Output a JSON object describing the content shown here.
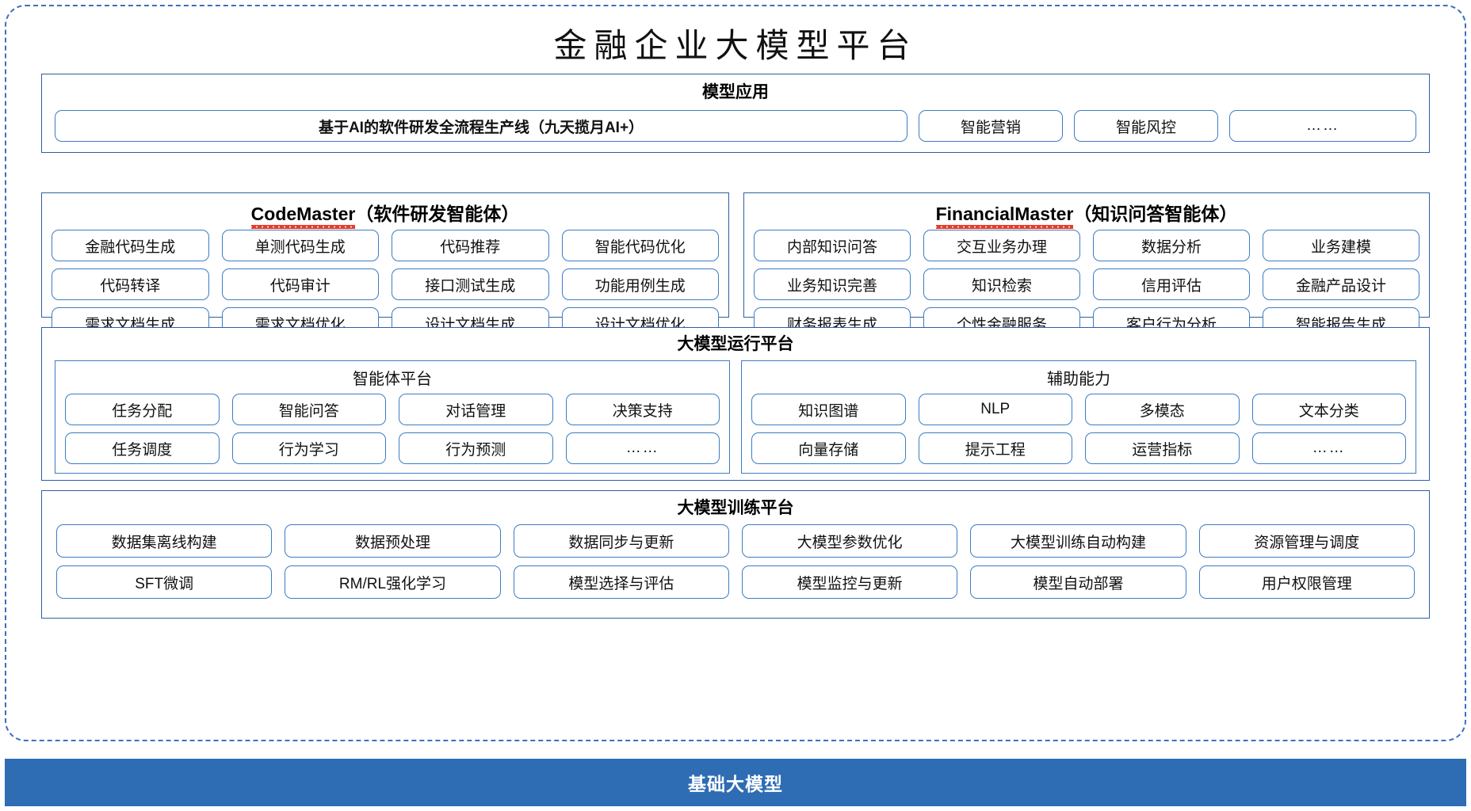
{
  "main_title": "金融企业大模型平台",
  "colors": {
    "frame_dashed": "#3c6fbe",
    "section_border": "#2e5fa3",
    "pill_border": "#3b7cc4",
    "base_bar": "#2e6db4",
    "spellcheck_underline": "#e83b2a"
  },
  "model_application": {
    "title": "模型应用",
    "primary": "基于AI的软件研发全流程生产线（九天揽月AI+）",
    "items": [
      "智能营销",
      "智能风控",
      "……"
    ]
  },
  "code_master": {
    "title_en": "CodeMaster",
    "title_cn": "（软件研发智能体）",
    "rows": [
      [
        "金融代码生成",
        "单测代码生成",
        "代码推荐",
        "智能代码优化"
      ],
      [
        "代码转译",
        "代码审计",
        "接口测试生成",
        "功能用例生成"
      ],
      [
        "需求文档生成",
        "需求文档优化",
        "设计文档生成",
        "设计文档优化"
      ]
    ]
  },
  "financial_master": {
    "title_en": "FinancialMaster",
    "title_cn": "（知识问答智能体）",
    "rows": [
      [
        "内部知识问答",
        "交互业务办理",
        "数据分析",
        "业务建模"
      ],
      [
        "业务知识完善",
        "知识检索",
        "信用评估",
        "金融产品设计"
      ],
      [
        "财务报表生成",
        "个性金融服务",
        "客户行为分析",
        "智能报告生成"
      ]
    ]
  },
  "run_platform": {
    "title": "大模型运行平台",
    "agent_platform": {
      "title": "智能体平台",
      "rows": [
        [
          "任务分配",
          "智能问答",
          "对话管理",
          "决策支持"
        ],
        [
          "任务调度",
          "行为学习",
          "行为预测",
          "……"
        ]
      ]
    },
    "support_capability": {
      "title": "辅助能力",
      "rows": [
        [
          "知识图谱",
          "NLP",
          "多模态",
          "文本分类"
        ],
        [
          "向量存储",
          "提示工程",
          "运营指标",
          "……"
        ]
      ]
    }
  },
  "train_platform": {
    "title": "大模型训练平台",
    "rows": [
      [
        "数据集离线构建",
        "数据预处理",
        "数据同步与更新",
        "大模型参数优化",
        "大模型训练自动构建",
        "资源管理与调度"
      ],
      [
        "SFT微调",
        "RM/RL强化学习",
        "模型选择与评估",
        "模型监控与更新",
        "模型自动部署",
        "用户权限管理"
      ]
    ]
  },
  "base_model_bar": "基础大模型"
}
